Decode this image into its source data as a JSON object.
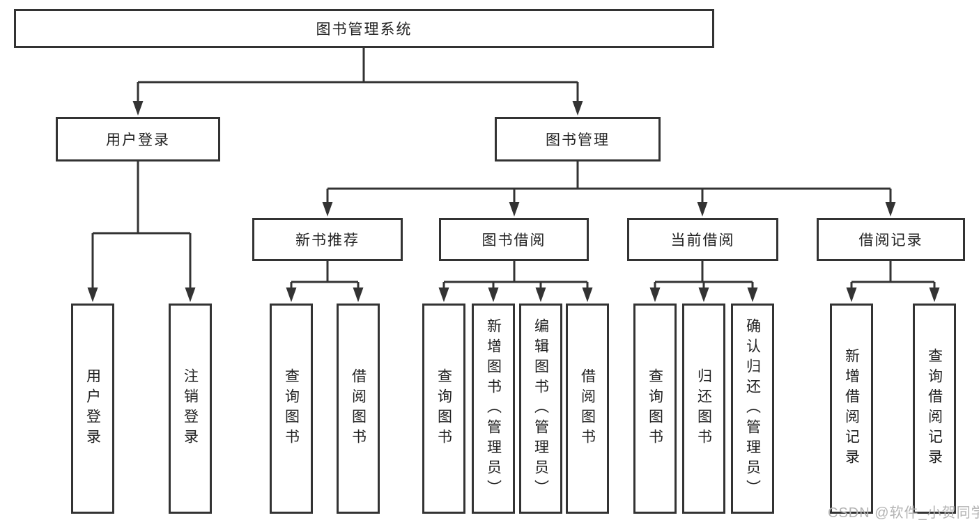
{
  "tree": {
    "label": "图书管理系统",
    "children": [
      {
        "label": "用户登录",
        "children": [
          {
            "label": "用户登录"
          },
          {
            "label": "注销登录"
          }
        ]
      },
      {
        "label": "图书管理",
        "children": [
          {
            "label": "新书推荐",
            "children": [
              {
                "label": "查询图书"
              },
              {
                "label": "借阅图书"
              }
            ]
          },
          {
            "label": "图书借阅",
            "children": [
              {
                "label": "查询图书"
              },
              {
                "label": "新增图书（管理员）"
              },
              {
                "label": "编辑图书（管理员）"
              },
              {
                "label": "借阅图书"
              }
            ]
          },
          {
            "label": "当前借阅",
            "children": [
              {
                "label": "查询图书"
              },
              {
                "label": "归还图书"
              },
              {
                "label": "确认归还（管理员）"
              }
            ]
          },
          {
            "label": "借阅记录",
            "children": [
              {
                "label": "新增借阅记录"
              },
              {
                "label": "查询借阅记录"
              }
            ]
          }
        ]
      }
    ]
  },
  "watermark": {
    "text": "CSDN @软件_小贺同学"
  },
  "colors": {
    "line": "#333333",
    "box_border": "#333333",
    "box_background": "#ffffff",
    "text": "#222222",
    "watermark": "#b3b3b3",
    "page_background": "#ffffff"
  }
}
